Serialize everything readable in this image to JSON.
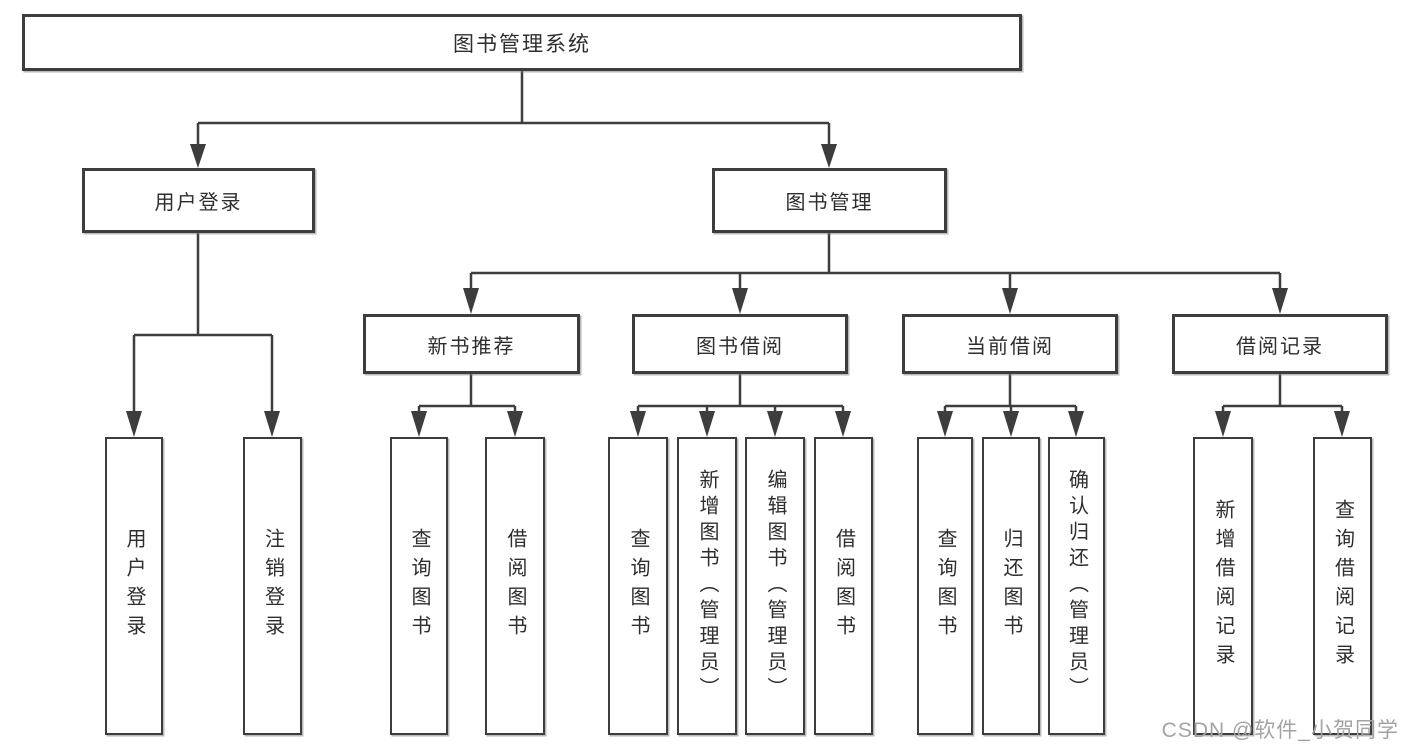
{
  "diagram": {
    "root_label": "图书管理系统",
    "branches": [
      {
        "label": "用户登录",
        "leaves": [
          "用户登录",
          "注销登录"
        ]
      },
      {
        "label": "图书管理",
        "children": [
          {
            "label": "新书推荐",
            "leaves": [
              "查询图书",
              "借阅图书"
            ]
          },
          {
            "label": "图书借阅",
            "leaves": [
              "查询图书",
              "新增图书（管理员）",
              "编辑图书（管理员）",
              "借阅图书"
            ]
          },
          {
            "label": "当前借阅",
            "leaves": [
              "查询图书",
              "归还图书",
              "确认归还（管理员）"
            ]
          },
          {
            "label": "借阅记录",
            "leaves": [
              "新增借阅记录",
              "查询借阅记录"
            ]
          }
        ]
      }
    ]
  },
  "watermark": "CSDN @软件_小贺同学",
  "colors": {
    "line": "#3d3d3d",
    "text": "#2e2e2e",
    "background": "#ffffff",
    "watermark": "#a3a3a3"
  }
}
